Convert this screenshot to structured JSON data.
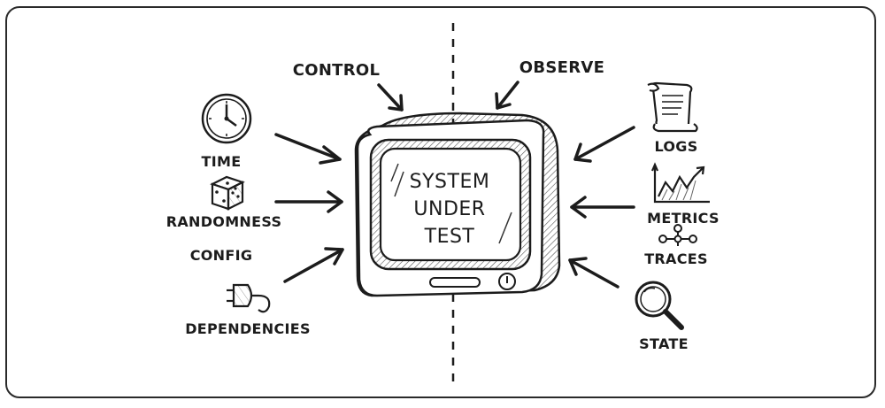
{
  "headers": {
    "control": "CONTROL",
    "observe": "OBSERVE"
  },
  "center": {
    "line1": "SYSTEM",
    "line2": "UNDER",
    "line3": "TEST"
  },
  "inputs": {
    "time": "TIME",
    "randomness": "RANDOMNESS",
    "config": "CONFIG",
    "dependencies": "DEPENDENCIES"
  },
  "outputs": {
    "logs": "LOGS",
    "metrics": "METRICS",
    "traces": "TRACES",
    "state": "STATE"
  },
  "icons": {
    "time": "clock-icon",
    "randomness": "dice-icon",
    "dependencies": "plug-icon",
    "logs": "scroll-icon",
    "metrics": "line-chart-icon",
    "traces": "node-graph-icon",
    "state": "magnifier-icon"
  },
  "colors": {
    "ink": "#1c1c1c",
    "shade": "#8a8a8a",
    "paper": "#ffffff"
  }
}
